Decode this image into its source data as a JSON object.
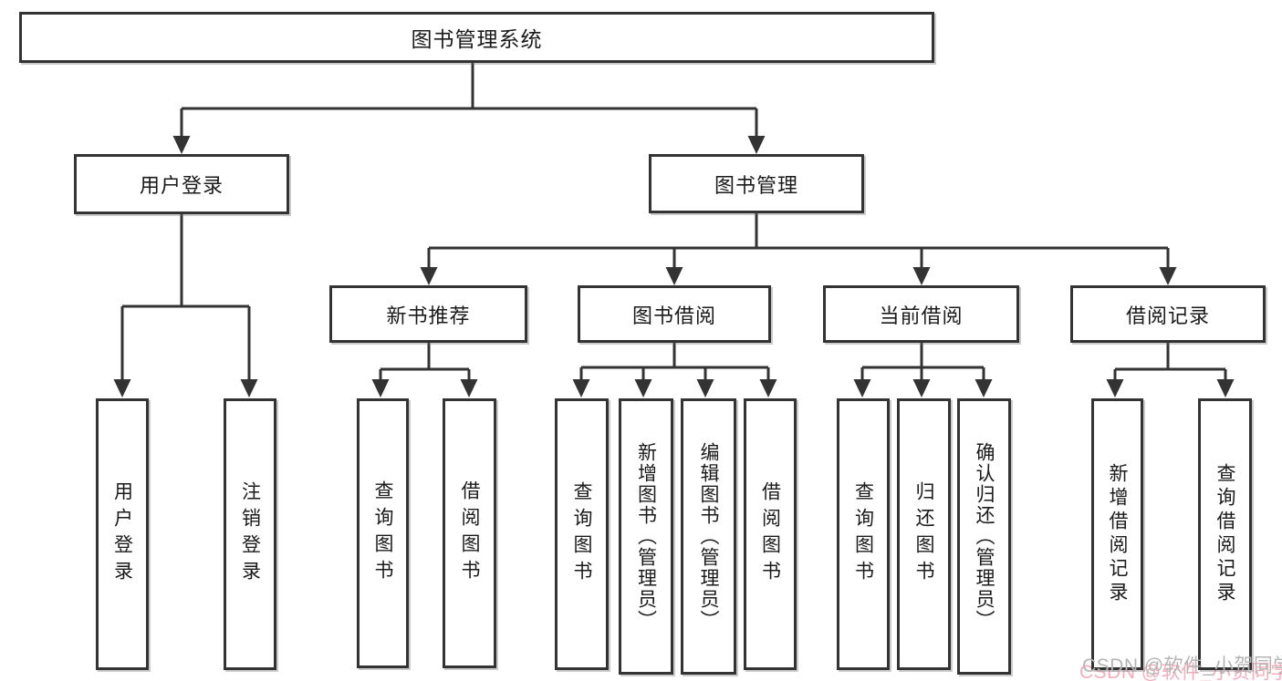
{
  "diagram_title": "图书管理系统",
  "nodes": {
    "root": {
      "label": "图书管理系统"
    },
    "userLogin": {
      "label": "用户登录"
    },
    "bookMgmt": {
      "label": "图书管理"
    },
    "newBookRec": {
      "label": "新书推荐"
    },
    "bookBorrow": {
      "label": "图书借阅"
    },
    "currentBorrow": {
      "label": "当前借阅"
    },
    "borrowRecord": {
      "label": "借阅记录"
    },
    "vUserLogin": {
      "label": "用户登录"
    },
    "vLogout": {
      "label": "注销登录"
    },
    "vQueryBooks1": {
      "label": "查询图书"
    },
    "vBorrowBooks1": {
      "label": "借阅图书"
    },
    "vQueryBooks2": {
      "label": "查询图书"
    },
    "vAddBooks": {
      "label": "新增图书（管理员）"
    },
    "vEditBooks": {
      "label": "编辑图书（管理员）"
    },
    "vBorrowBooks2": {
      "label": "借阅图书"
    },
    "vQueryBooks3": {
      "label": "查询图书"
    },
    "vReturnBooks": {
      "label": "归还图书"
    },
    "vConfirmReturn": {
      "label": "确认归还（管理员）"
    },
    "vAddRecord": {
      "label": "新增借阅记录"
    },
    "vQueryRecord": {
      "label": "查询借阅记录"
    }
  },
  "tree": {
    "图书管理系统": {
      "用户登录": [
        "用户登录",
        "注销登录"
      ],
      "图书管理": {
        "新书推荐": [
          "查询图书",
          "借阅图书"
        ],
        "图书借阅": [
          "查询图书",
          "新增图书（管理员）",
          "编辑图书（管理员）",
          "借阅图书"
        ],
        "当前借阅": [
          "查询图书",
          "归还图书",
          "确认归还（管理员）"
        ],
        "借阅记录": [
          "新增借阅记录",
          "查询借阅记录"
        ]
      }
    }
  },
  "watermark": {
    "text": "CSDN @软件_小贺同学",
    "pink": "#f5adbb",
    "gray": "#b5b5b5"
  },
  "colors": {
    "line": "#333333",
    "box_border": "#333333",
    "text": "#1a1a1a",
    "background": "#ffffff"
  }
}
